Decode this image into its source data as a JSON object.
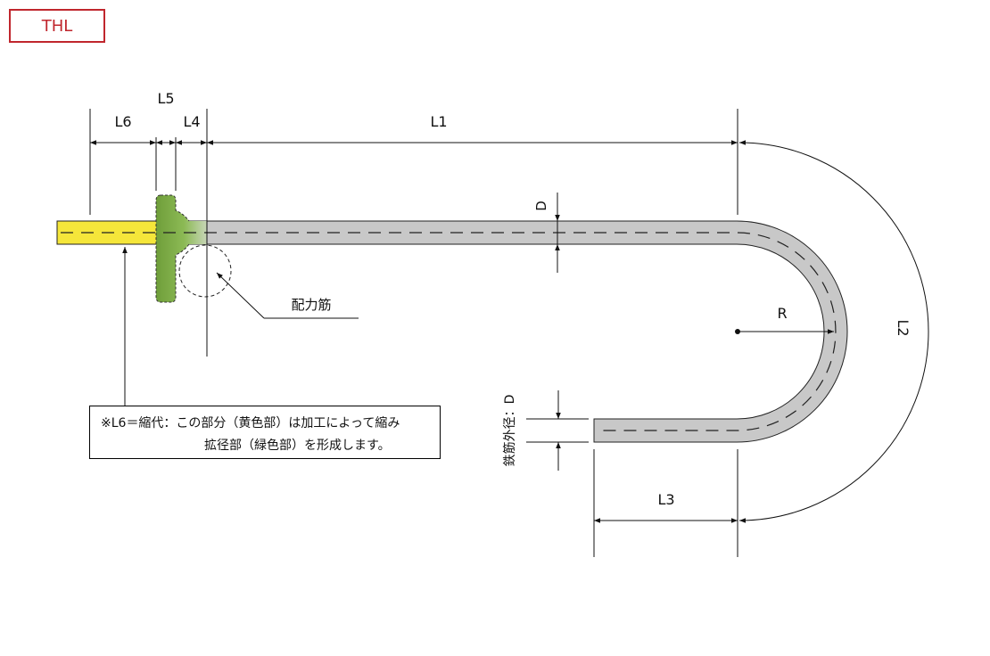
{
  "badge": "THL",
  "dimensions": {
    "L1": "L1",
    "L2": "L2",
    "L3": "L3",
    "L4": "L4",
    "L5": "L5",
    "L6": "L6",
    "R": "R",
    "D": "D",
    "outer_diameter": "鉄筋外径：D"
  },
  "callout": "配力筋",
  "note": {
    "line1": "※L6＝縮代：この部分（黄色部）は加工によって縮み",
    "line2": "拡径部（緑色部）を形成します。"
  },
  "colors": {
    "bar": "#c8c8c8",
    "shrink_zone": "#f5e63a",
    "expanded_zone": "#7fab45",
    "badge": "#c0262d"
  }
}
